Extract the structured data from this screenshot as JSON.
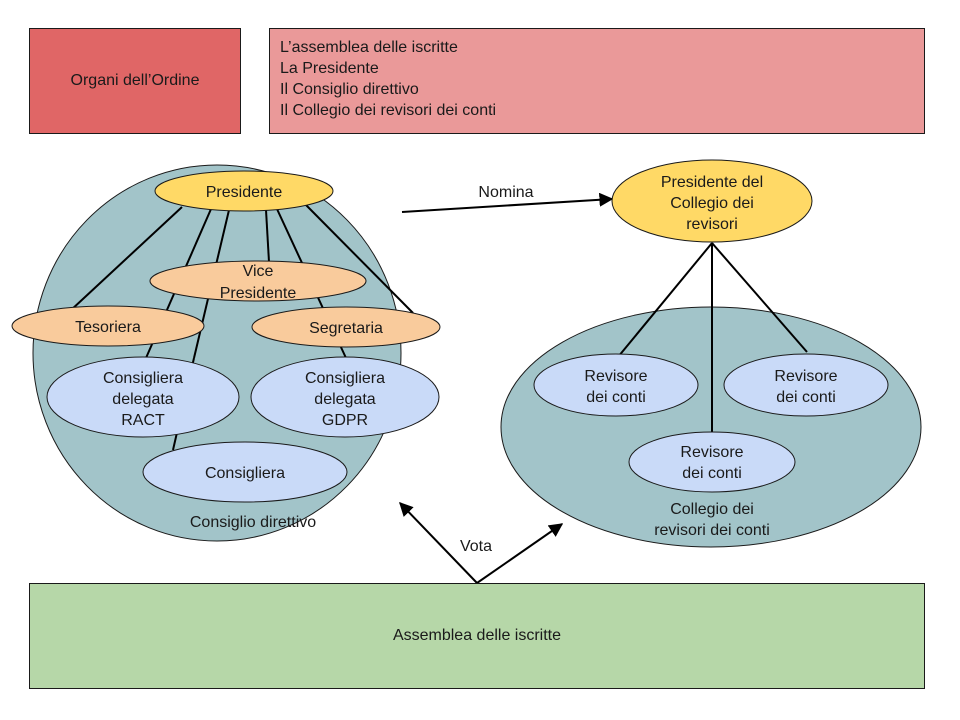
{
  "header": {
    "title": "Organi dell’Ordine",
    "organs_list": [
      "L’assemblea delle iscritte",
      "La Presidente",
      "Il Consiglio direttivo",
      "Il Collegio dei revisori dei conti"
    ]
  },
  "consiglio": {
    "label": "Consiglio direttivo",
    "presidente": "Presidente",
    "vice_presidente": [
      "Vice",
      "Presidente"
    ],
    "tesoriera": "Tesoriera",
    "segretaria": "Segretaria",
    "consigliera_ract": [
      "Consigliera",
      "delegata",
      "RACT"
    ],
    "consigliera_gdpr": [
      "Consigliera",
      "delegata",
      "GDPR"
    ],
    "consigliera": "Consigliera"
  },
  "collegio": {
    "label": [
      "Collegio dei",
      "revisori dei conti"
    ],
    "presidente": [
      "Presidente del",
      "Collegio dei",
      "revisori"
    ],
    "revisori": [
      [
        "Revisore",
        "dei conti"
      ],
      [
        "Revisore",
        "dei conti"
      ],
      [
        "Revisore",
        "dei conti"
      ]
    ]
  },
  "edges": {
    "nomina": "Nomina",
    "vota": "Vota"
  },
  "footer": {
    "assemblea": "Assemblea delle iscritte"
  },
  "colors": {
    "organi_box": "#e06666",
    "list_box": "#ea9999",
    "assemblea_box": "#b6d7a8",
    "group_circle": "#a2c4c9",
    "president_node": "#ffd966",
    "officer_node": "#f9cb9c",
    "member_node": "#c9daf8"
  }
}
